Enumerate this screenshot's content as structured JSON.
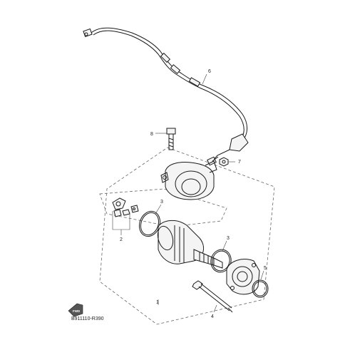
{
  "callouts": {
    "c1": "1",
    "c2": "2",
    "c3a": "3",
    "c3b": "3",
    "c4": "4",
    "c5": "5",
    "c6": "6",
    "c7": "7",
    "c8": "8"
  },
  "fwd_label": "FWD",
  "diagram_code": "B911110-R390"
}
